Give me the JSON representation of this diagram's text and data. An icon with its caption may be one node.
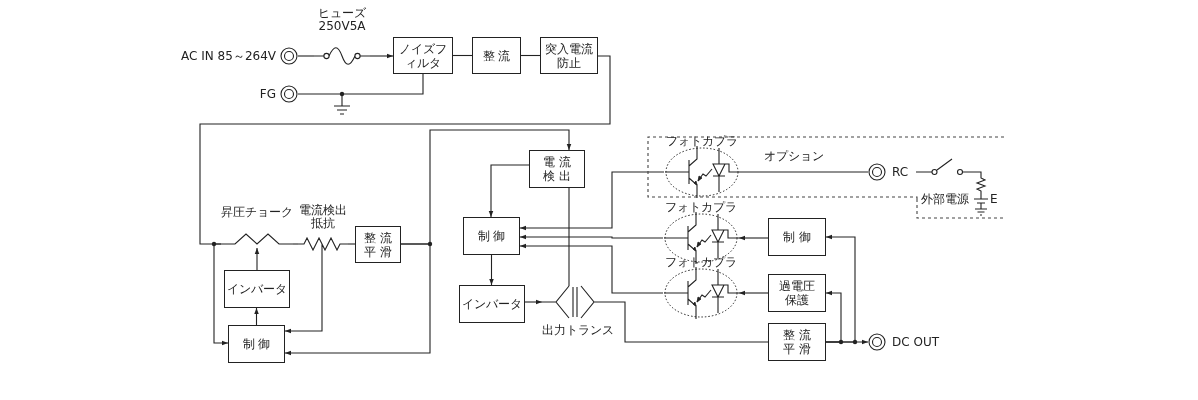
{
  "diagram": {
    "nodes": [
      {
        "text": [
          "AC IN 85～264V"
        ]
      },
      {
        "text": [
          "ヒューズ 250V5A"
        ]
      },
      {
        "text": [
          "ノイズフィルタ"
        ]
      },
      {
        "text": [
          "整 流"
        ]
      },
      {
        "text": [
          "突入電流防止"
        ]
      },
      {
        "text": [
          "FG"
        ]
      },
      {
        "text": [
          "昇圧チョーク"
        ]
      },
      {
        "text": [
          "電流検出抵抗"
        ]
      },
      {
        "text": [
          "整 流平 滑"
        ]
      },
      {
        "text": [
          "インバータ"
        ]
      },
      {
        "text": [
          "制 御"
        ]
      },
      {
        "text": [
          "電 流検 出"
        ]
      },
      {
        "text": [
          "制 御"
        ]
      },
      {
        "text": [
          "インバータ"
        ]
      },
      {
        "text": [
          "出力トランス"
        ]
      },
      {
        "text": [
          "オプション"
        ]
      },
      {
        "text": [
          "フォトカプラ"
        ],
        "in": 15
      },
      {
        "text": [
          "RC"
        ],
        "in": 15
      },
      {
        "text": [
          "フォトカプラ"
        ]
      },
      {
        "text": [
          "フォトカプラ"
        ]
      },
      {
        "text": [
          "制 御"
        ]
      },
      {
        "text": [
          "過電圧保護"
        ]
      },
      {
        "text": [
          "整 流平 滑"
        ]
      },
      {
        "text": [
          "DC OUT"
        ]
      }
    ],
    "edges": [
      {
        "from": 0,
        "to": 1,
        "arrow": "none"
      },
      {
        "from": 1,
        "to": 2,
        "arrow": "to"
      },
      {
        "from": 5,
        "to": 2,
        "arrow": "none"
      },
      {
        "from": 2,
        "to": 3,
        "arrow": "none"
      },
      {
        "from": 3,
        "to": 4,
        "arrow": "none"
      },
      {
        "from": 4,
        "to": 6,
        "arrow": "none"
      },
      {
        "from": 6,
        "to": 7,
        "arrow": "none"
      },
      {
        "from": 7,
        "to": 8,
        "arrow": "none"
      },
      {
        "from": 6,
        "to": 10,
        "arrow": "to"
      },
      {
        "from": 9,
        "to": 6,
        "arrow": "to"
      },
      {
        "from": 10,
        "to": 9,
        "arrow": "to"
      },
      {
        "from": 7,
        "to": 10,
        "arrow": "to"
      },
      {
        "from": 8,
        "to": 11,
        "arrow": "to"
      },
      {
        "from": 8,
        "to": 10,
        "arrow": "to"
      },
      {
        "from": 11,
        "to": 12,
        "arrow": "to"
      },
      {
        "from": 11,
        "to": 14,
        "arrow": "none"
      },
      {
        "from": 12,
        "to": 13,
        "arrow": "to"
      },
      {
        "from": 13,
        "to": 14,
        "arrow": "to"
      },
      {
        "from": 16,
        "to": 12,
        "arrow": "to"
      },
      {
        "from": 18,
        "to": 12,
        "arrow": "to"
      },
      {
        "from": 19,
        "to": 12,
        "arrow": "to"
      },
      {
        "from": 16,
        "to": 17,
        "arrow": "none"
      },
      {
        "from": 20,
        "to": 18,
        "arrow": "to"
      },
      {
        "from": 21,
        "to": 19,
        "arrow": "to"
      },
      {
        "from": 14,
        "to": 22,
        "arrow": "none"
      },
      {
        "from": 22,
        "to": 23,
        "arrow": "to"
      },
      {
        "from": 22,
        "to": 20,
        "arrow": "to"
      },
      {
        "from": 22,
        "to": 21,
        "arrow": "to"
      }
    ],
    "labels": [
      "外部電源",
      "E"
    ]
  }
}
